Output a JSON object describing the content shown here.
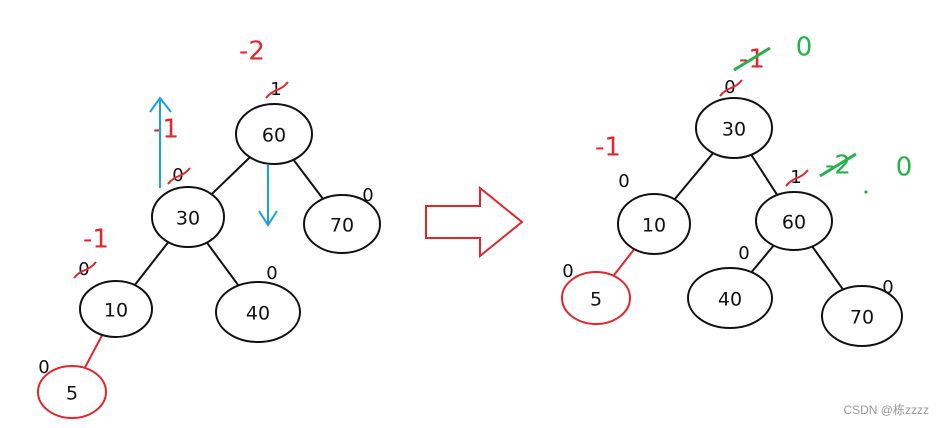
{
  "colors": {
    "ink": "#111111",
    "red": "#e0262f",
    "blue": "#1aa0e6",
    "green": "#24b34a",
    "watermark": "#999999"
  },
  "left_tree": {
    "nodes": [
      {
        "key": "n60",
        "label": "60",
        "bf": "1",
        "bf_struck": true,
        "new_bf": "-2"
      },
      {
        "key": "n30",
        "label": "30",
        "bf": "0",
        "bf_struck": true,
        "new_bf": "-1"
      },
      {
        "key": "n70",
        "label": "70",
        "bf": "0"
      },
      {
        "key": "n10",
        "label": "10",
        "bf": "0",
        "bf_struck": true,
        "new_bf": "-1"
      },
      {
        "key": "n40",
        "label": "40",
        "bf": "0"
      },
      {
        "key": "n5",
        "label": "5",
        "bf": "0",
        "inserted": true
      }
    ],
    "edges": [
      [
        "n60",
        "n30"
      ],
      [
        "n60",
        "n70"
      ],
      [
        "n30",
        "n10"
      ],
      [
        "n30",
        "n40"
      ],
      [
        "n10",
        "n5"
      ]
    ],
    "rotation": {
      "up_arrow_color": "blue",
      "down_arrow_color": "blue"
    }
  },
  "transform_arrow": {
    "color": "red"
  },
  "right_tree": {
    "nodes": [
      {
        "key": "m30",
        "label": "30",
        "bf": "0",
        "bf_struck": true,
        "struck_bf": "-1",
        "final_bf": "0"
      },
      {
        "key": "m10",
        "label": "10",
        "bf": "0",
        "new_bf": "-1"
      },
      {
        "key": "m60",
        "label": "60",
        "bf": "1",
        "bf_struck": true,
        "struck_bf": "-2",
        "final_bf": "0"
      },
      {
        "key": "m5",
        "label": "5",
        "bf": "0",
        "inserted": true
      },
      {
        "key": "m40",
        "label": "40",
        "bf": "0"
      },
      {
        "key": "m70",
        "label": "70",
        "bf": "0"
      }
    ],
    "edges": [
      [
        "m30",
        "m10"
      ],
      [
        "m30",
        "m60"
      ],
      [
        "m10",
        "m5"
      ],
      [
        "m60",
        "m40"
      ],
      [
        "m60",
        "m70"
      ]
    ]
  },
  "watermark": "CSDN @栋zzzz"
}
